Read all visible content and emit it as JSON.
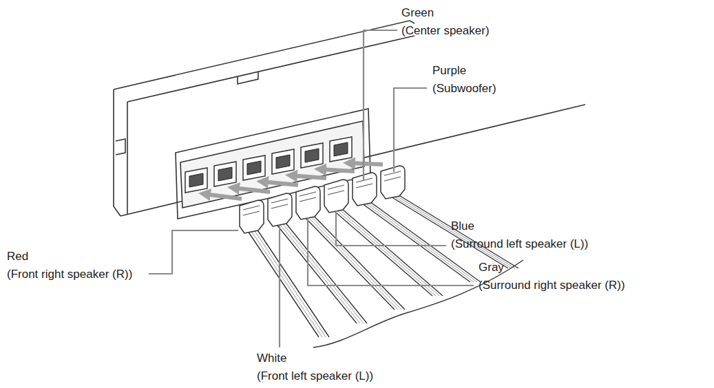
{
  "diagram": {
    "labels": [
      "Green",
      "(Center speaker)",
      "Purple",
      "(Subwoofer)",
      "Blue",
      "(Surround left speaker (L))",
      "Gray",
      "(Surround right speaker (R))",
      "Red",
      "(Front right speaker (R))",
      "White",
      "(Front left speaker (L))"
    ]
  }
}
